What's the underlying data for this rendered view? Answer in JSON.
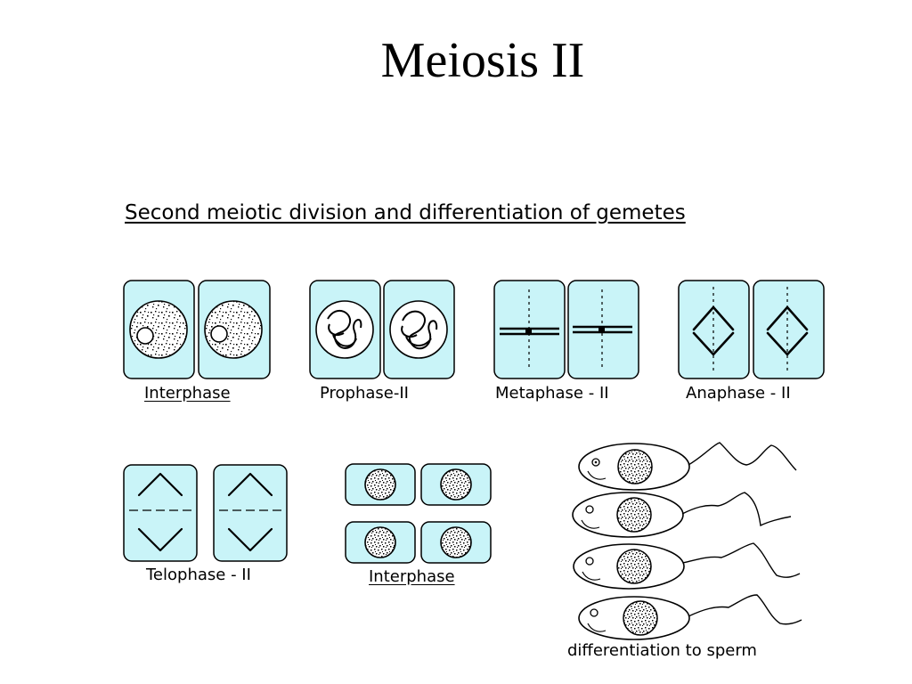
{
  "title": "Meiosis II",
  "subtitle": "Second meiotic division and differentiation of gemetes",
  "stages": {
    "interphase_1": "Interphase",
    "prophase": "Prophase-II",
    "metaphase": "Metaphase - II",
    "anaphase": "Anaphase - II",
    "telophase": "Telophase - II",
    "interphase_2": "Interphase",
    "differentiation": "differentiation to sperm"
  },
  "colors": {
    "cell_fill": "#c9f4f8",
    "outline": "#000000",
    "background": "#ffffff"
  }
}
